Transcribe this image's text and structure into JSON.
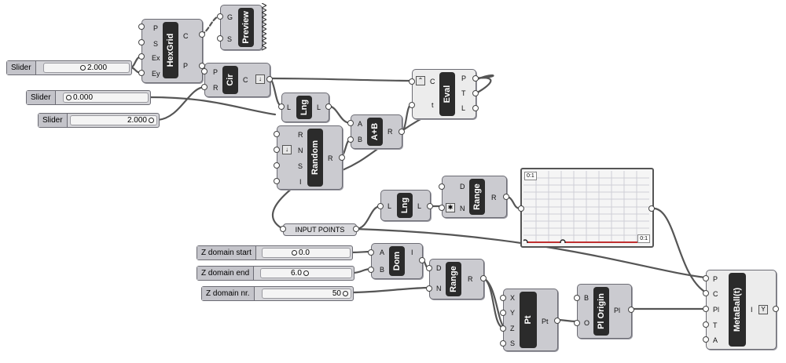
{
  "canvas": {
    "background": "#ffffff",
    "wire_color": "#555555",
    "selected_wire_color": "#c03030"
  },
  "sliders": {
    "radius": {
      "label": "Slider",
      "value": "2.000"
    },
    "offset": {
      "label": "Slider",
      "value": "0.000"
    },
    "count": {
      "label": "Slider",
      "value": "2.000"
    },
    "z_start": {
      "label": "Z domain start",
      "value": "0.0"
    },
    "z_end": {
      "label": "Z domain end",
      "value": "6.0"
    },
    "z_nr": {
      "label": "Z domain nr.",
      "value": "50"
    }
  },
  "components": {
    "hexgrid": {
      "name": "HexGrid",
      "inputs": [
        "P",
        "S",
        "Ex",
        "Ey"
      ],
      "outputs": [
        "C",
        "P"
      ]
    },
    "preview": {
      "name": "Preview",
      "inputs": [
        "G",
        "S"
      ]
    },
    "cir": {
      "name": "Cir",
      "inputs": [
        "P",
        "R"
      ],
      "outputs": [
        "C"
      ]
    },
    "lng1": {
      "name": "Lng",
      "inputs": [
        "L"
      ],
      "outputs": [
        "L"
      ]
    },
    "random": {
      "name": "Random",
      "inputs": [
        "R",
        "N",
        "S",
        "I"
      ],
      "outputs": [
        "R"
      ]
    },
    "aplusb": {
      "name": "A+B",
      "inputs": [
        "A",
        "B"
      ],
      "outputs": [
        "R"
      ]
    },
    "eval": {
      "name": "Eval",
      "inputs": [
        "C",
        "t"
      ],
      "outputs": [
        "P",
        "T",
        "L"
      ]
    },
    "lng2": {
      "name": "Lng",
      "inputs": [
        "L"
      ],
      "outputs": [
        "L"
      ]
    },
    "range1": {
      "name": "Range",
      "inputs": [
        "D",
        "N"
      ],
      "outputs": [
        "R"
      ]
    },
    "dom": {
      "name": "Dom",
      "inputs": [
        "A",
        "B"
      ],
      "outputs": [
        "I"
      ]
    },
    "range2": {
      "name": "Range",
      "inputs": [
        "D",
        "N"
      ],
      "outputs": [
        "R"
      ]
    },
    "pt": {
      "name": "Pt",
      "inputs": [
        "X",
        "Y",
        "Z",
        "S"
      ],
      "outputs": [
        "Pt"
      ]
    },
    "plorigin": {
      "name": "Pl Origin",
      "inputs": [
        "B",
        "O"
      ],
      "outputs": [
        "Pl"
      ]
    },
    "metaball": {
      "name": "MetaBall(t)",
      "inputs": [
        "P",
        "C",
        "Pl",
        "T",
        "A"
      ],
      "outputs": [
        "I"
      ]
    }
  },
  "panel": {
    "label": "INPUT POINTS"
  },
  "graph": {
    "top_left_flag": "0:1",
    "bottom_right_flag": "0:1",
    "curve": "linear",
    "curve_color": "#c03030"
  }
}
